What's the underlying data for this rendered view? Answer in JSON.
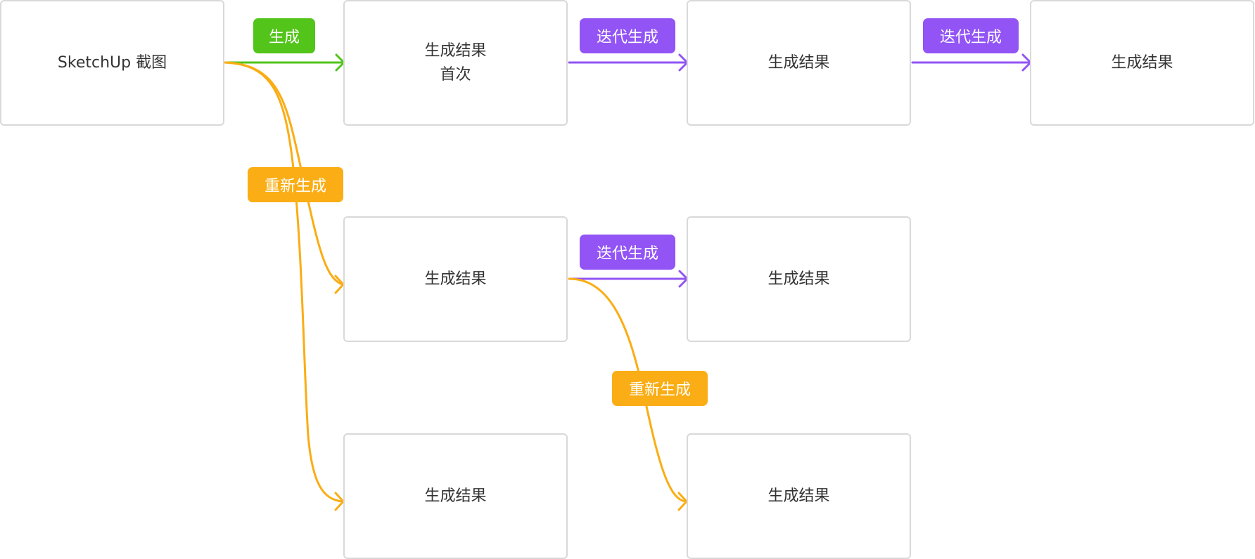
{
  "colors": {
    "generate": "#52c41a",
    "iterate": "#9254f5",
    "regenerate": "#faad14",
    "node_border": "#d9d9d9"
  },
  "nodes": {
    "source": {
      "label": "SketchUp 截图"
    },
    "first_result": {
      "label": "生成结果",
      "sublabel": "首次"
    },
    "iter_1": {
      "label": "生成结果"
    },
    "iter_2": {
      "label": "生成结果"
    },
    "regen_a": {
      "label": "生成结果"
    },
    "regen_a_iter": {
      "label": "生成结果"
    },
    "regen_b": {
      "label": "生成结果"
    },
    "regen_a_regen": {
      "label": "生成结果"
    }
  },
  "edge_labels": {
    "generate": "生成",
    "iterate_1": "迭代生成",
    "iterate_2": "迭代生成",
    "regenerate_main": "重新生成",
    "iterate_3": "迭代生成",
    "regenerate_sub": "重新生成"
  }
}
